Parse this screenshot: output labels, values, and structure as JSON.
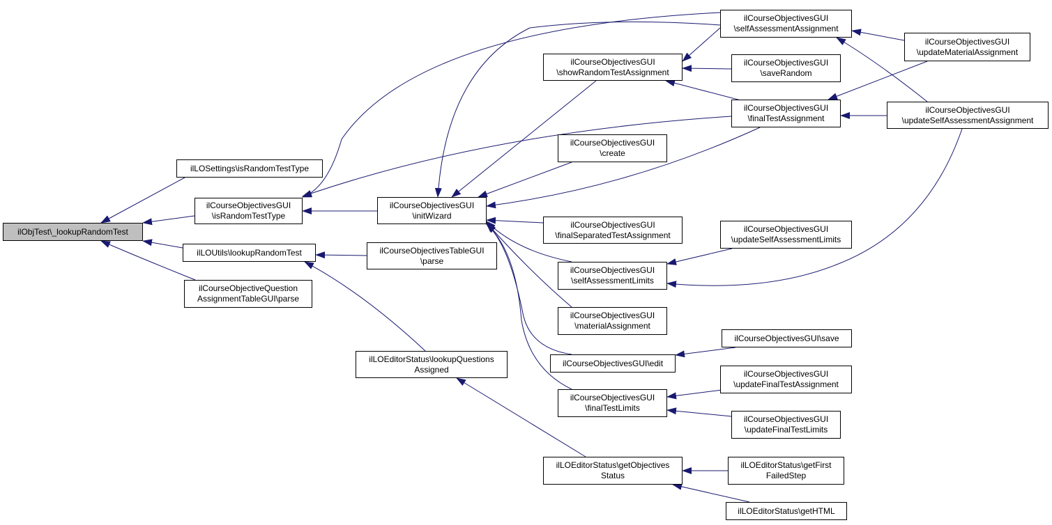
{
  "colors": {
    "edge": "#191970",
    "root_fill": "#bfbfbf",
    "node_fill": "#ffffff",
    "border": "#000000"
  },
  "nodes": {
    "lookupRandomTest_root": {
      "lines": [
        "ilObjTest\\_lookupRandomTest"
      ]
    },
    "isRandomTestType_settings": {
      "lines": [
        "ilLOSettings\\isRandomTestType"
      ]
    },
    "isRandomTestType_gui": {
      "lines": [
        "ilCourseObjectivesGUI",
        "\\isRandomTestType"
      ]
    },
    "lookupRandomTest_utils": {
      "lines": [
        "ilLOUtils\\lookupRandomTest"
      ]
    },
    "questionAssignmentTable_parse": {
      "lines": [
        "ilCourseObjectiveQuestion",
        "AssignmentTableGUI\\parse"
      ]
    },
    "initWizard": {
      "lines": [
        "ilCourseObjectivesGUI",
        "\\initWizard"
      ]
    },
    "tableGUI_parse": {
      "lines": [
        "ilCourseObjectivesTableGUI",
        "\\parse"
      ]
    },
    "lookupQuestionsAssigned": {
      "lines": [
        "ilLOEditorStatus\\lookupQuestions",
        "Assigned"
      ]
    },
    "showRandomTestAssignment": {
      "lines": [
        "ilCourseObjectivesGUI",
        "\\showRandomTestAssignment"
      ]
    },
    "create": {
      "lines": [
        "ilCourseObjectivesGUI",
        "\\create"
      ]
    },
    "finalSeparatedTestAssignment": {
      "lines": [
        "ilCourseObjectivesGUI",
        "\\finalSeparatedTestAssignment"
      ]
    },
    "selfAssessmentLimits": {
      "lines": [
        "ilCourseObjectivesGUI",
        "\\selfAssessmentLimits"
      ]
    },
    "materialAssignment": {
      "lines": [
        "ilCourseObjectivesGUI",
        "\\materialAssignment"
      ]
    },
    "edit": {
      "lines": [
        "ilCourseObjectivesGUI\\edit"
      ]
    },
    "finalTestLimits": {
      "lines": [
        "ilCourseObjectivesGUI",
        "\\finalTestLimits"
      ]
    },
    "getObjectivesStatus": {
      "lines": [
        "ilLOEditorStatus\\getObjectives",
        "Status"
      ]
    },
    "selfAssessmentAssignment": {
      "lines": [
        "ilCourseObjectivesGUI",
        "\\selfAssessmentAssignment"
      ]
    },
    "saveRandom": {
      "lines": [
        "ilCourseObjectivesGUI",
        "\\saveRandom"
      ]
    },
    "finalTestAssignment": {
      "lines": [
        "ilCourseObjectivesGUI",
        "\\finalTestAssignment"
      ]
    },
    "updateSelfAssessmentLimits": {
      "lines": [
        "ilCourseObjectivesGUI",
        "\\updateSelfAssessmentLimits"
      ]
    },
    "save": {
      "lines": [
        "ilCourseObjectivesGUI\\save"
      ]
    },
    "updateFinalTestAssignment": {
      "lines": [
        "ilCourseObjectivesGUI",
        "\\updateFinalTestAssignment"
      ]
    },
    "updateFinalTestLimits": {
      "lines": [
        "ilCourseObjectivesGUI",
        "\\updateFinalTestLimits"
      ]
    },
    "getFirstFailedStep": {
      "lines": [
        "ilLOEditorStatus\\getFirst",
        "FailedStep"
      ]
    },
    "getHTML": {
      "lines": [
        "ilLOEditorStatus\\getHTML"
      ]
    },
    "updateMaterialAssignment": {
      "lines": [
        "ilCourseObjectivesGUI",
        "\\updateMaterialAssignment"
      ]
    },
    "updateSelfAssessmentAssignment": {
      "lines": [
        "ilCourseObjectivesGUI",
        "\\updateSelfAssessmentAssignment"
      ]
    }
  }
}
